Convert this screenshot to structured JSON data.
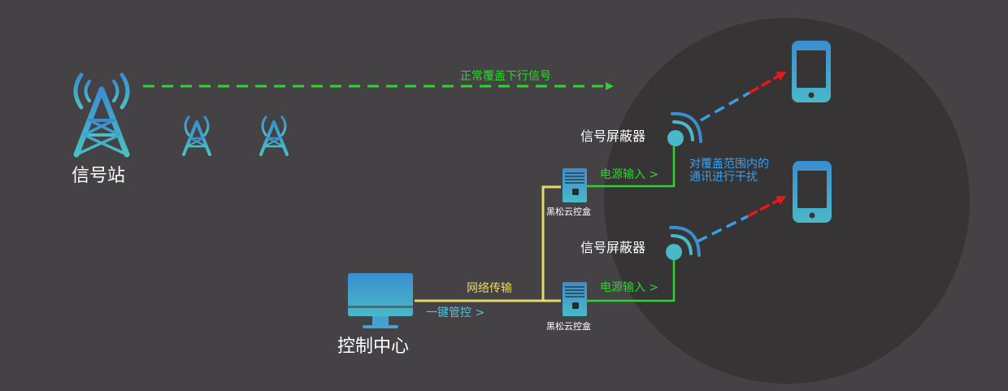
{
  "colors": {
    "background": "#444244",
    "zone": "#363435",
    "tower_blue": "#3a8ed0",
    "tower_cyan": "#49b8c8",
    "green": "#2fd42f",
    "yellow": "#e8d86a",
    "cyan_text": "#55c4d8",
    "blue_text": "#3aa0f0",
    "red": "#e8181e",
    "dash_blue": "#3a9ee6"
  },
  "labels": {
    "station": "信号站",
    "normal_signal": "正常覆盖下行信号",
    "control_center": "控制中心",
    "network": "网络传输",
    "one_key": "一键管控 >",
    "box": "黑松云控盒",
    "power": "电源输入 >",
    "jammer": "信号屏蔽器",
    "interference_line1": "对覆盖范围内的",
    "interference_line2": "通讯进行干扰"
  },
  "icons": {
    "tower": "signal-tower-icon",
    "monitor": "monitor-icon",
    "box": "control-box-icon",
    "jammer": "signal-jammer-icon",
    "phone": "smartphone-icon"
  }
}
